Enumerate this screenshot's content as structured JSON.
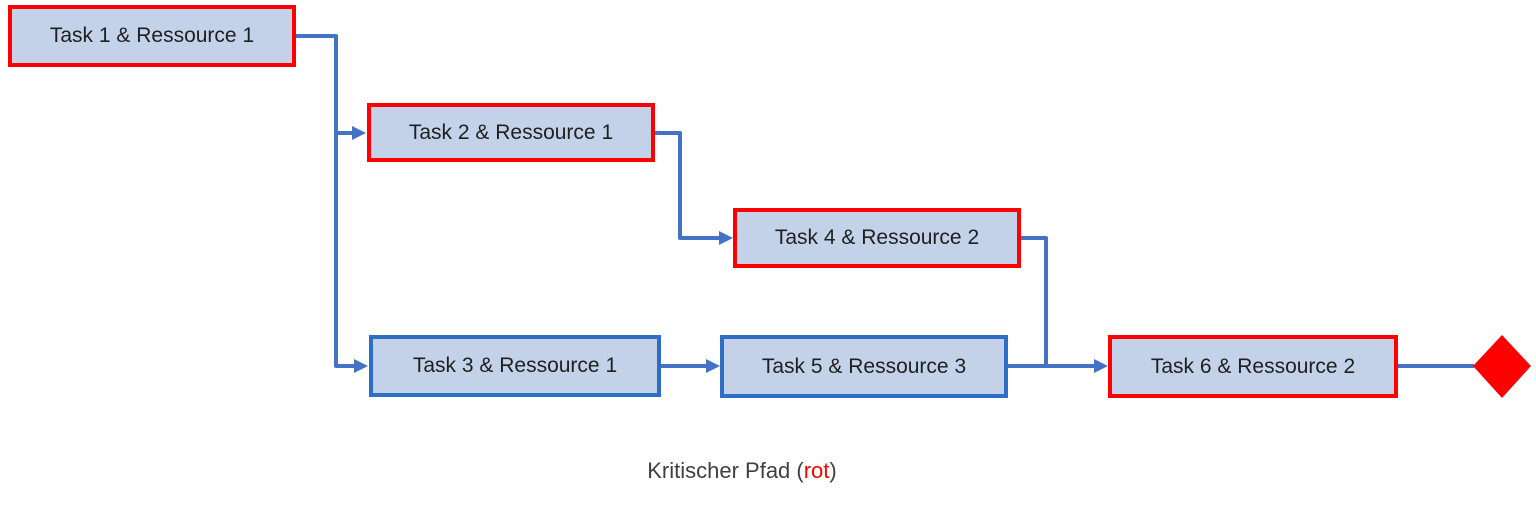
{
  "diagram": {
    "nodes": [
      {
        "id": "task1",
        "label": "Task 1 & Ressource 1",
        "critical": true
      },
      {
        "id": "task2",
        "label": "Task 2 & Ressource 1",
        "critical": true
      },
      {
        "id": "task3",
        "label": "Task 3 & Ressource 1",
        "critical": false
      },
      {
        "id": "task4",
        "label": "Task 4 & Ressource 2",
        "critical": true
      },
      {
        "id": "task5",
        "label": "Task 5 & Ressource 3",
        "critical": false
      },
      {
        "id": "task6",
        "label": "Task 6 & Ressource 2",
        "critical": true
      }
    ],
    "edges": [
      {
        "from": "task1",
        "to": "task2"
      },
      {
        "from": "task1",
        "to": "task3"
      },
      {
        "from": "task2",
        "to": "task4"
      },
      {
        "from": "task3",
        "to": "task5"
      },
      {
        "from": "task4",
        "to": "task6"
      },
      {
        "from": "task5",
        "to": "task6"
      },
      {
        "from": "task6",
        "to": "end-milestone"
      }
    ],
    "milestone": {
      "id": "end-milestone",
      "shape": "diamond",
      "color": "#FF0000"
    },
    "legend": {
      "prefix": "Kritischer Pfad (",
      "highlight": "rot",
      "suffix": ")",
      "highlight_color": "#FF0000"
    },
    "colors": {
      "critical_border": "#FF0000",
      "normal_border": "#2E6EC6",
      "node_fill": "#C3D2E9",
      "connector": "#4472C4",
      "text": "#1F1F1F",
      "legend_text": "#404040"
    }
  }
}
